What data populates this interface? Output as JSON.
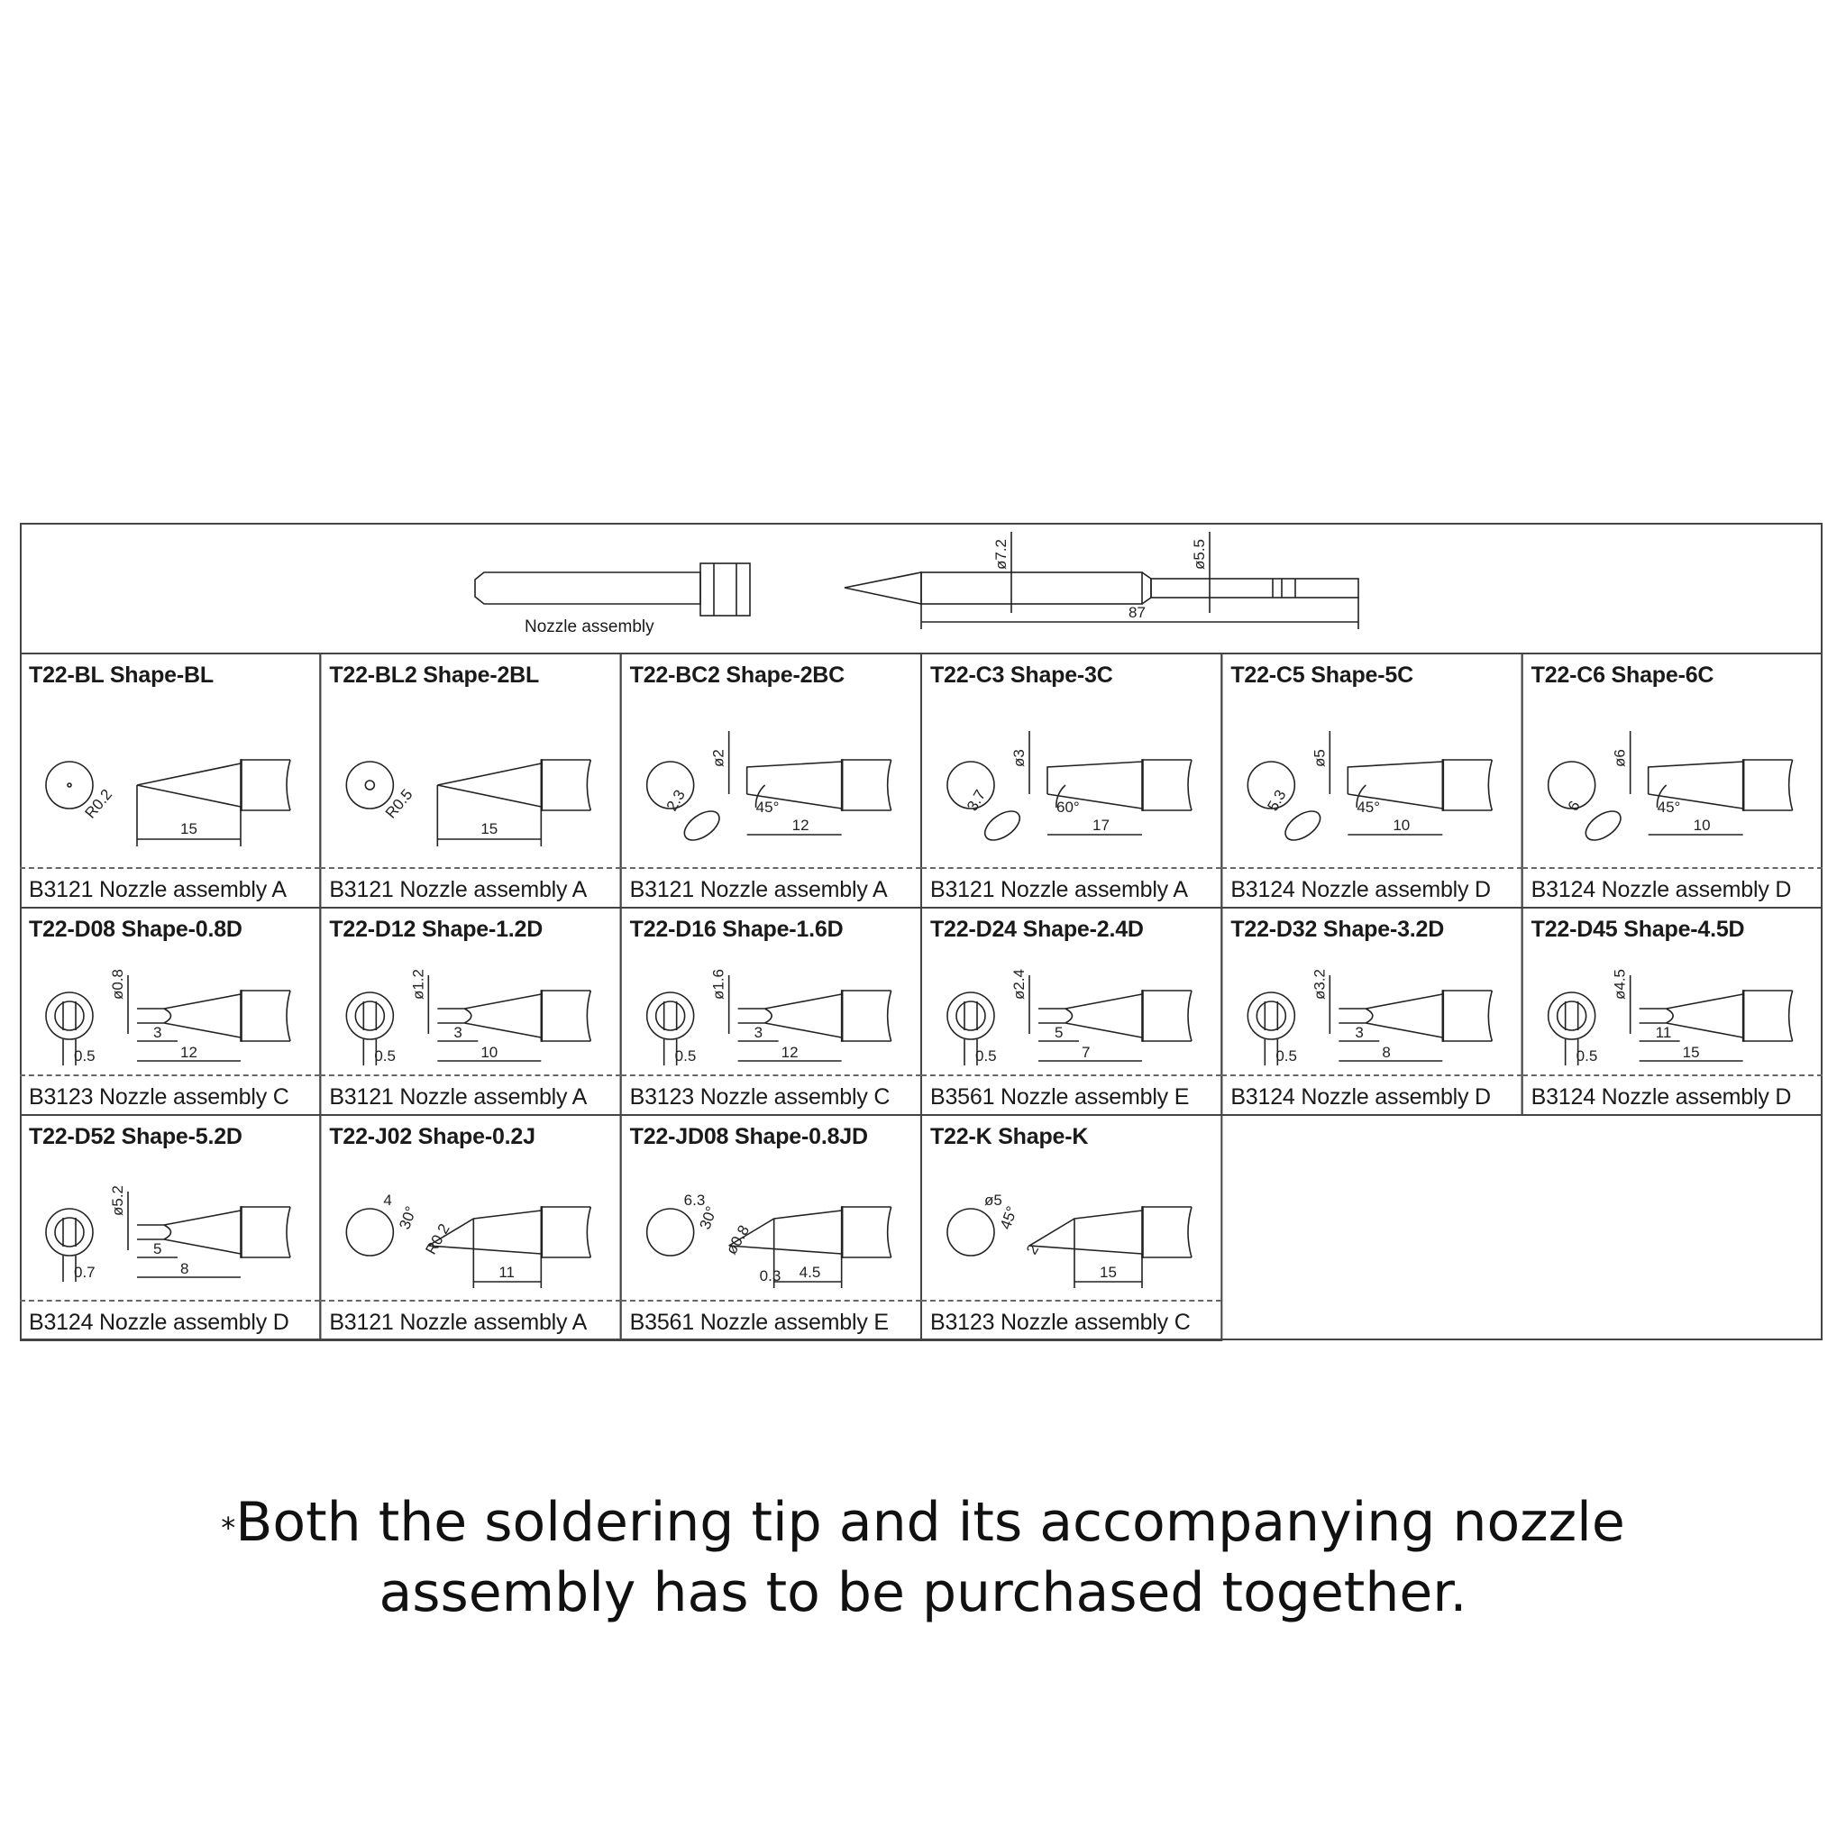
{
  "header": {
    "nozzle_label": "Nozzle assembly",
    "tip_dims": {
      "d_body": "ø7.2",
      "d_neck": "ø5.5",
      "length": "87"
    }
  },
  "tips": [
    {
      "title": "T22-BL Shape-BL",
      "nozzle": "B3121 Nozzle assembly A",
      "dims": [
        "R0.2",
        "15"
      ]
    },
    {
      "title": "T22-BL2 Shape-2BL",
      "nozzle": "B3121 Nozzle assembly A",
      "dims": [
        "R0.5",
        "15"
      ]
    },
    {
      "title": "T22-BC2 Shape-2BC",
      "nozzle": "B3121 Nozzle assembly A",
      "dims": [
        "ø2",
        "2.3",
        "45°",
        "12"
      ]
    },
    {
      "title": "T22-C3 Shape-3C",
      "nozzle": "B3121 Nozzle assembly A",
      "dims": [
        "ø3",
        "3.7",
        "60°",
        "17"
      ]
    },
    {
      "title": "T22-C5 Shape-5C",
      "nozzle": "B3124 Nozzle assembly D",
      "dims": [
        "ø5",
        "5.3",
        "45°",
        "10"
      ]
    },
    {
      "title": "T22-C6 Shape-6C",
      "nozzle": "B3124 Nozzle assembly D",
      "dims": [
        "ø6",
        "6",
        "45°",
        "10"
      ]
    },
    {
      "title": "T22-D08 Shape-0.8D",
      "nozzle": "B3123 Nozzle assembly C",
      "dims": [
        "ø0.8",
        "3",
        "0.5",
        "12"
      ]
    },
    {
      "title": "T22-D12 Shape-1.2D",
      "nozzle": "B3121 Nozzle assembly A",
      "dims": [
        "ø1.2",
        "3",
        "0.5",
        "10"
      ]
    },
    {
      "title": "T22-D16 Shape-1.6D",
      "nozzle": "B3123 Nozzle assembly C",
      "dims": [
        "ø1.6",
        "3",
        "0.5",
        "12"
      ]
    },
    {
      "title": "T22-D24 Shape-2.4D",
      "nozzle": "B3561 Nozzle assembly E",
      "dims": [
        "ø2.4",
        "5",
        "0.5",
        "7"
      ]
    },
    {
      "title": "T22-D32 Shape-3.2D",
      "nozzle": "B3124 Nozzle assembly D",
      "dims": [
        "ø3.2",
        "3",
        "0.5",
        "8"
      ]
    },
    {
      "title": "T22-D45 Shape-4.5D",
      "nozzle": "B3124 Nozzle assembly D",
      "dims": [
        "ø4.5",
        "11",
        "0.5",
        "15"
      ]
    },
    {
      "title": "T22-D52 Shape-5.2D",
      "nozzle": "B3124 Nozzle assembly D",
      "dims": [
        "ø5.2",
        "5",
        "0.7",
        "8"
      ]
    },
    {
      "title": "T22-J02 Shape-0.2J",
      "nozzle": "B3121 Nozzle assembly A",
      "dims": [
        "4",
        "30°",
        "R0.2",
        "11"
      ]
    },
    {
      "title": "T22-JD08 Shape-0.8JD",
      "nozzle": "B3561 Nozzle assembly E",
      "dims": [
        "6.3",
        "30°",
        "ø0.8",
        "0.3",
        "4.5"
      ]
    },
    {
      "title": "T22-K Shape-K",
      "nozzle": "B3123 Nozzle assembly C",
      "dims": [
        "ø5",
        "45°",
        "2",
        "15"
      ]
    }
  ],
  "footnote": {
    "mark": "*",
    "line1": "Both the soldering tip and its accompanying nozzle",
    "line2": "assembly has to be purchased together."
  }
}
